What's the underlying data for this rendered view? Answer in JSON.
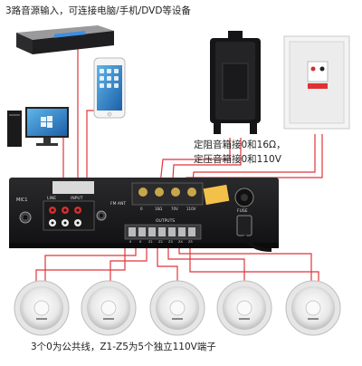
{
  "captions": {
    "top": "3路音源输入，可连接电脑/手机/DVD等设备",
    "impedance": "定阻音箱接0和16Ω，",
    "voltage": "定压音箱接0和110V",
    "bottom": "3个0为公共线，Z1-Z5为5个独立110V端子"
  },
  "amplifier": {
    "outputs_label": "OUTPUTS",
    "terminal_labels": [
      "0",
      "16Ω",
      "70V",
      "110V"
    ],
    "zone_labels": [
      "0",
      "0",
      "Z1",
      "Z2",
      "Z3",
      "Z4",
      "Z5"
    ],
    "mic_label": "MIC1",
    "line_label": "LINE",
    "input_label": "INPUT",
    "fm_label": "FM ANT",
    "fuse_label": "FUSE"
  },
  "colors": {
    "wire": "#e0353a",
    "amp_body": "#1d1d1f",
    "speaker": "#f2f2f2"
  }
}
